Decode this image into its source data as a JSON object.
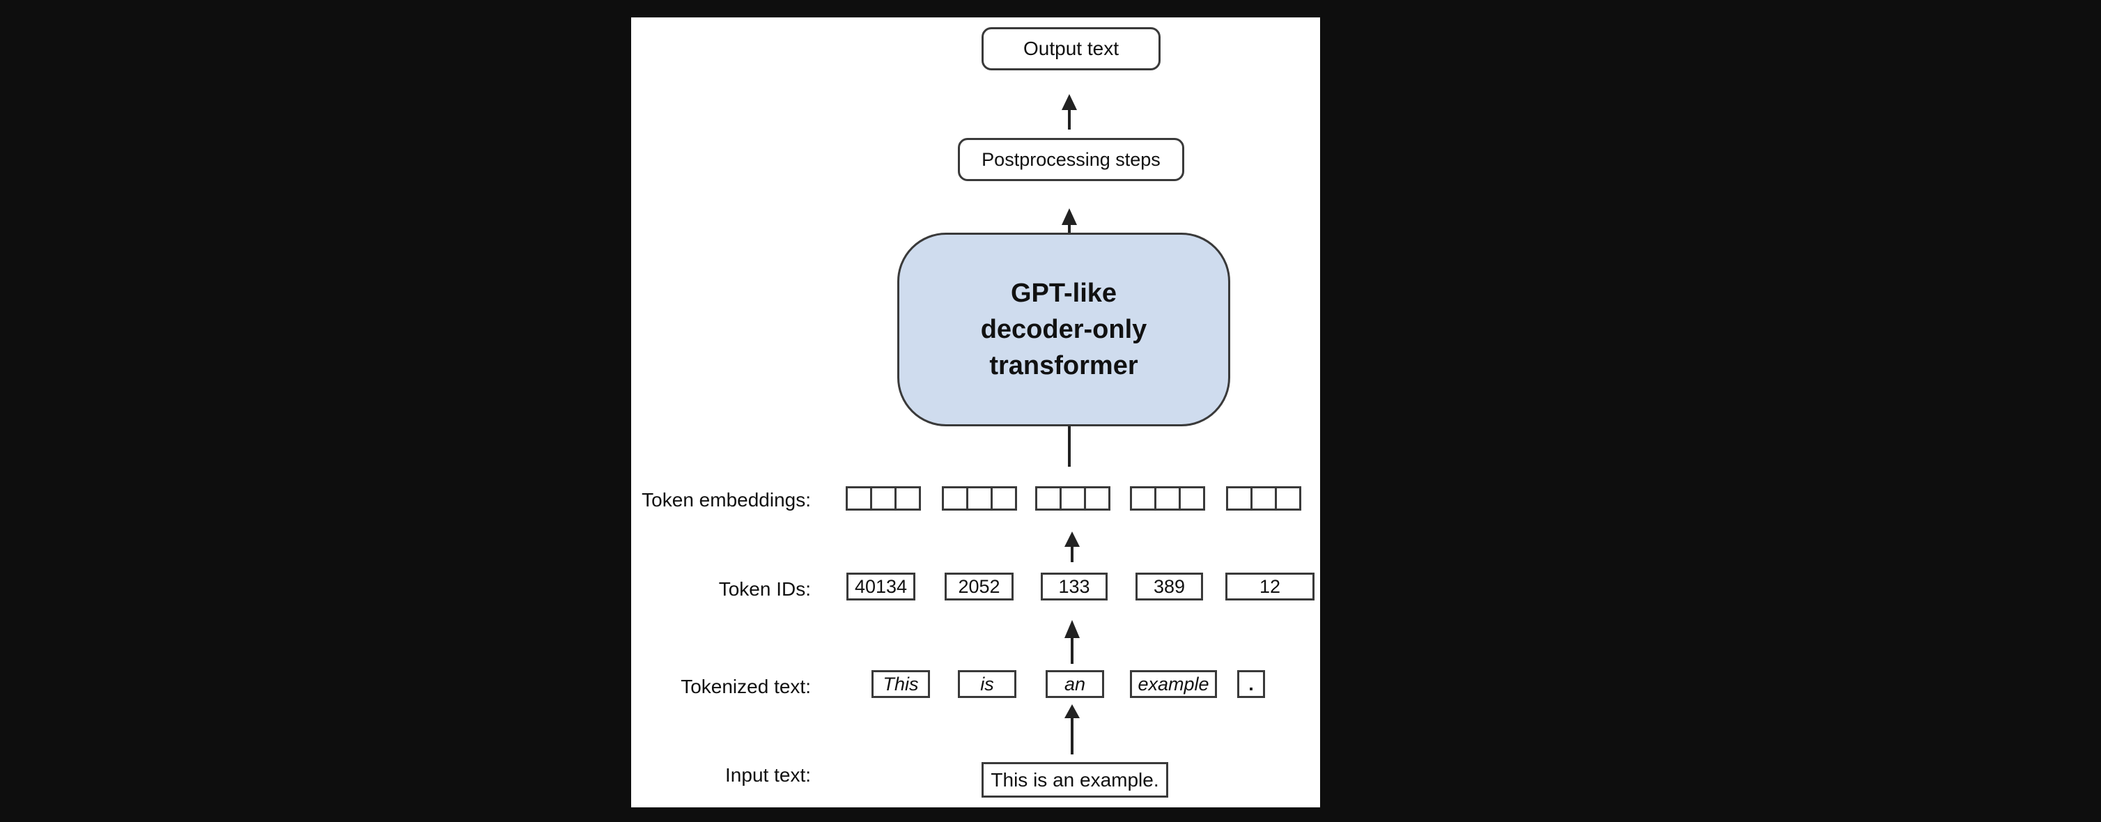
{
  "output_box": {
    "text": "Output text"
  },
  "postprocess_box": {
    "text": "Postprocessing steps"
  },
  "transformer": {
    "lines": [
      "GPT-like",
      "decoder-only",
      "transformer"
    ],
    "fill_color": "#cfdcee"
  },
  "labels": {
    "embeddings": "Token embeddings:",
    "token_ids": "Token IDs:",
    "tokenized": "Tokenized text:",
    "input": "Input text:"
  },
  "token_ids": [
    "40134",
    "2052",
    "133",
    "389",
    "12"
  ],
  "tokens": [
    "This",
    "is",
    "an",
    "example",
    "."
  ],
  "input_text": "This is an example.",
  "embedding_groups": 5,
  "embedding_cells_per_group": 3
}
